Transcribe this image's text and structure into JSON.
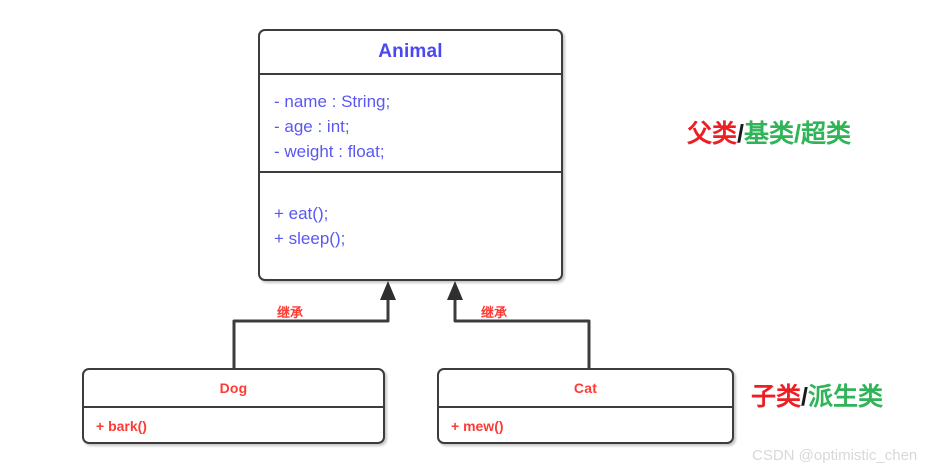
{
  "diagram": {
    "type": "uml-class-diagram",
    "classes": [
      {
        "id": "animal",
        "name": "Animal",
        "attributes": [
          "- name : String;",
          "- age : int;",
          "- weight : float;"
        ],
        "methods": [
          "+ eat();",
          "+ sleep();"
        ]
      },
      {
        "id": "dog",
        "name": "Dog",
        "attributes": [],
        "methods": [
          "+ bark()"
        ]
      },
      {
        "id": "cat",
        "name": "Cat",
        "attributes": [],
        "methods": [
          "+ mew()"
        ]
      }
    ],
    "relations": [
      {
        "id": "dog-animal",
        "from": "dog",
        "to": "animal",
        "label": "继承",
        "kind": "generalization"
      },
      {
        "id": "cat-animal",
        "from": "cat",
        "to": "animal",
        "label": "继承",
        "kind": "generalization"
      }
    ]
  },
  "annotations": {
    "parent": {
      "part1": "父类",
      "sep1": "/",
      "part2": "基类",
      "sep2": "/",
      "part3": "超类"
    },
    "child": {
      "part1": "子类",
      "sep1": "/",
      "part2": "派生类"
    }
  },
  "watermark": {
    "text": "CSDN @optimistic_chen"
  },
  "colors": {
    "animal_text": "#5a57f2",
    "child_text": "#ff3b35",
    "box_border": "#3c3c3c",
    "annotation_red": "#ec2024",
    "annotation_green": "#2fb457",
    "connector": "#3c3c3c",
    "watermark": "#d8d8d8",
    "background": "#ffffff"
  }
}
